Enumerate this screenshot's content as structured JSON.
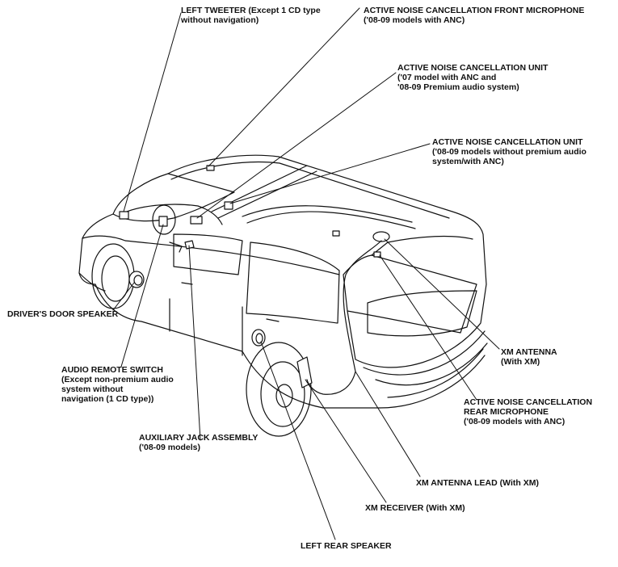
{
  "labels": {
    "left_tweeter": [
      "LEFT TWEETER (Except 1 CD type",
      "without navigation)"
    ],
    "anc_front_mic": [
      "ACTIVE NOISE CANCELLATION FRONT MICROPHONE",
      "('08-09 models with ANC)"
    ],
    "anc_unit_premium": [
      "ACTIVE NOISE CANCELLATION UNIT",
      "('07 model with ANC and",
      "'08-09 Premium audio system)"
    ],
    "anc_unit_standard": [
      "ACTIVE NOISE CANCELLATION UNIT",
      "('08-09 models without premium audio",
      "system/with ANC)"
    ],
    "drivers_door_speaker": [
      "DRIVER'S DOOR SPEAKER"
    ],
    "audio_remote_switch": [
      "AUDIO REMOTE SWITCH",
      "(Except non-premium audio",
      "system without",
      "navigation (1 CD type))"
    ],
    "auxiliary_jack": [
      "AUXILIARY JACK ASSEMBLY",
      "('08-09 models)"
    ],
    "xm_antenna": [
      "XM ANTENNA",
      "(With XM)"
    ],
    "anc_rear_mic": [
      "ACTIVE NOISE CANCELLATION",
      "REAR MICROPHONE",
      "('08-09 models with ANC)"
    ],
    "xm_antenna_lead": [
      "XM ANTENNA LEAD (With XM)"
    ],
    "xm_receiver": [
      "XM RECEIVER (With XM)"
    ],
    "left_rear_speaker": [
      "LEFT REAR SPEAKER"
    ]
  },
  "colors": {
    "ink": "#111111",
    "paper": "#ffffff"
  }
}
